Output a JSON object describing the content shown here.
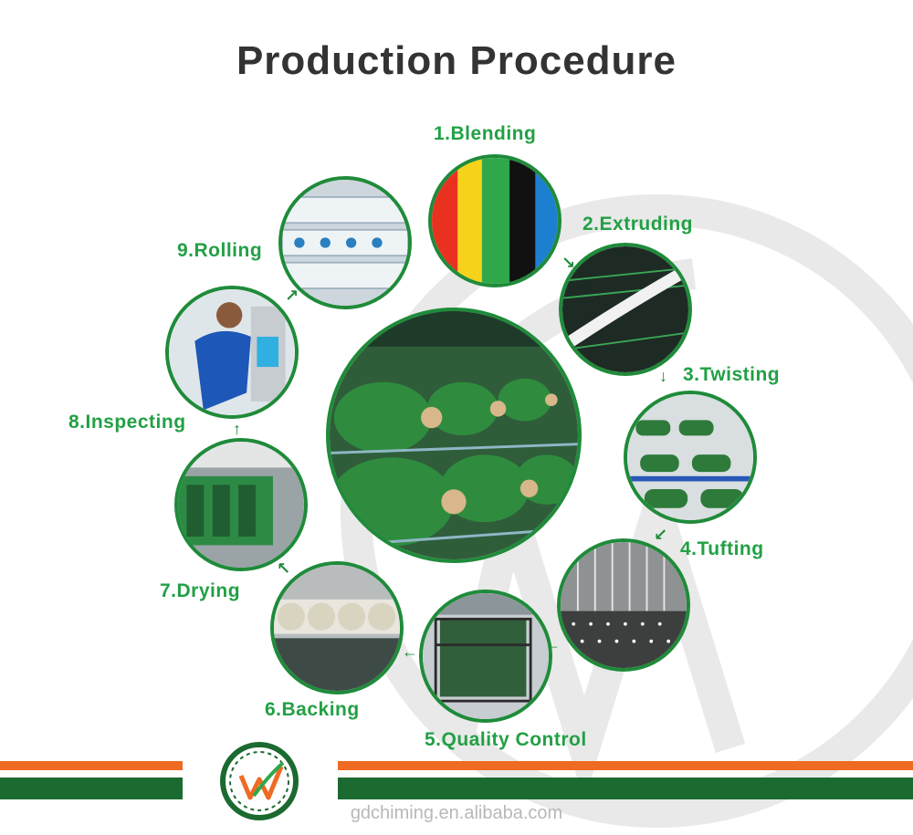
{
  "title": "Production Procedure",
  "steps": [
    {
      "label": "1.Blending",
      "image": "colored-plastic-granules"
    },
    {
      "label": "2.Extruding",
      "image": "yarn-extrusion-machine"
    },
    {
      "label": "3.Twisting",
      "image": "yarn-twisting-spools"
    },
    {
      "label": "4.Tufting",
      "image": "tufting-needles"
    },
    {
      "label": "5.Quality Control",
      "image": "factory-inspection-station"
    },
    {
      "label": "6.Backing",
      "image": "backing-coating-line"
    },
    {
      "label": "7.Drying",
      "image": "drying-oven-line"
    },
    {
      "label": "8.Inspecting",
      "image": "worker-inspecting-machine"
    },
    {
      "label": "9.Rolling",
      "image": "rolled-turf-stack"
    }
  ],
  "center_image": "green-yarn-bobbins",
  "footer": {
    "url": "gdchiming.en.alibaba.com",
    "logo": "chiming-w-logo"
  },
  "colors": {
    "accent_green": "#22a045",
    "ring_green": "#1f8b3a",
    "stripe_orange": "#ef6a22",
    "stripe_green": "#1b6a30",
    "title_gray": "#333333"
  }
}
